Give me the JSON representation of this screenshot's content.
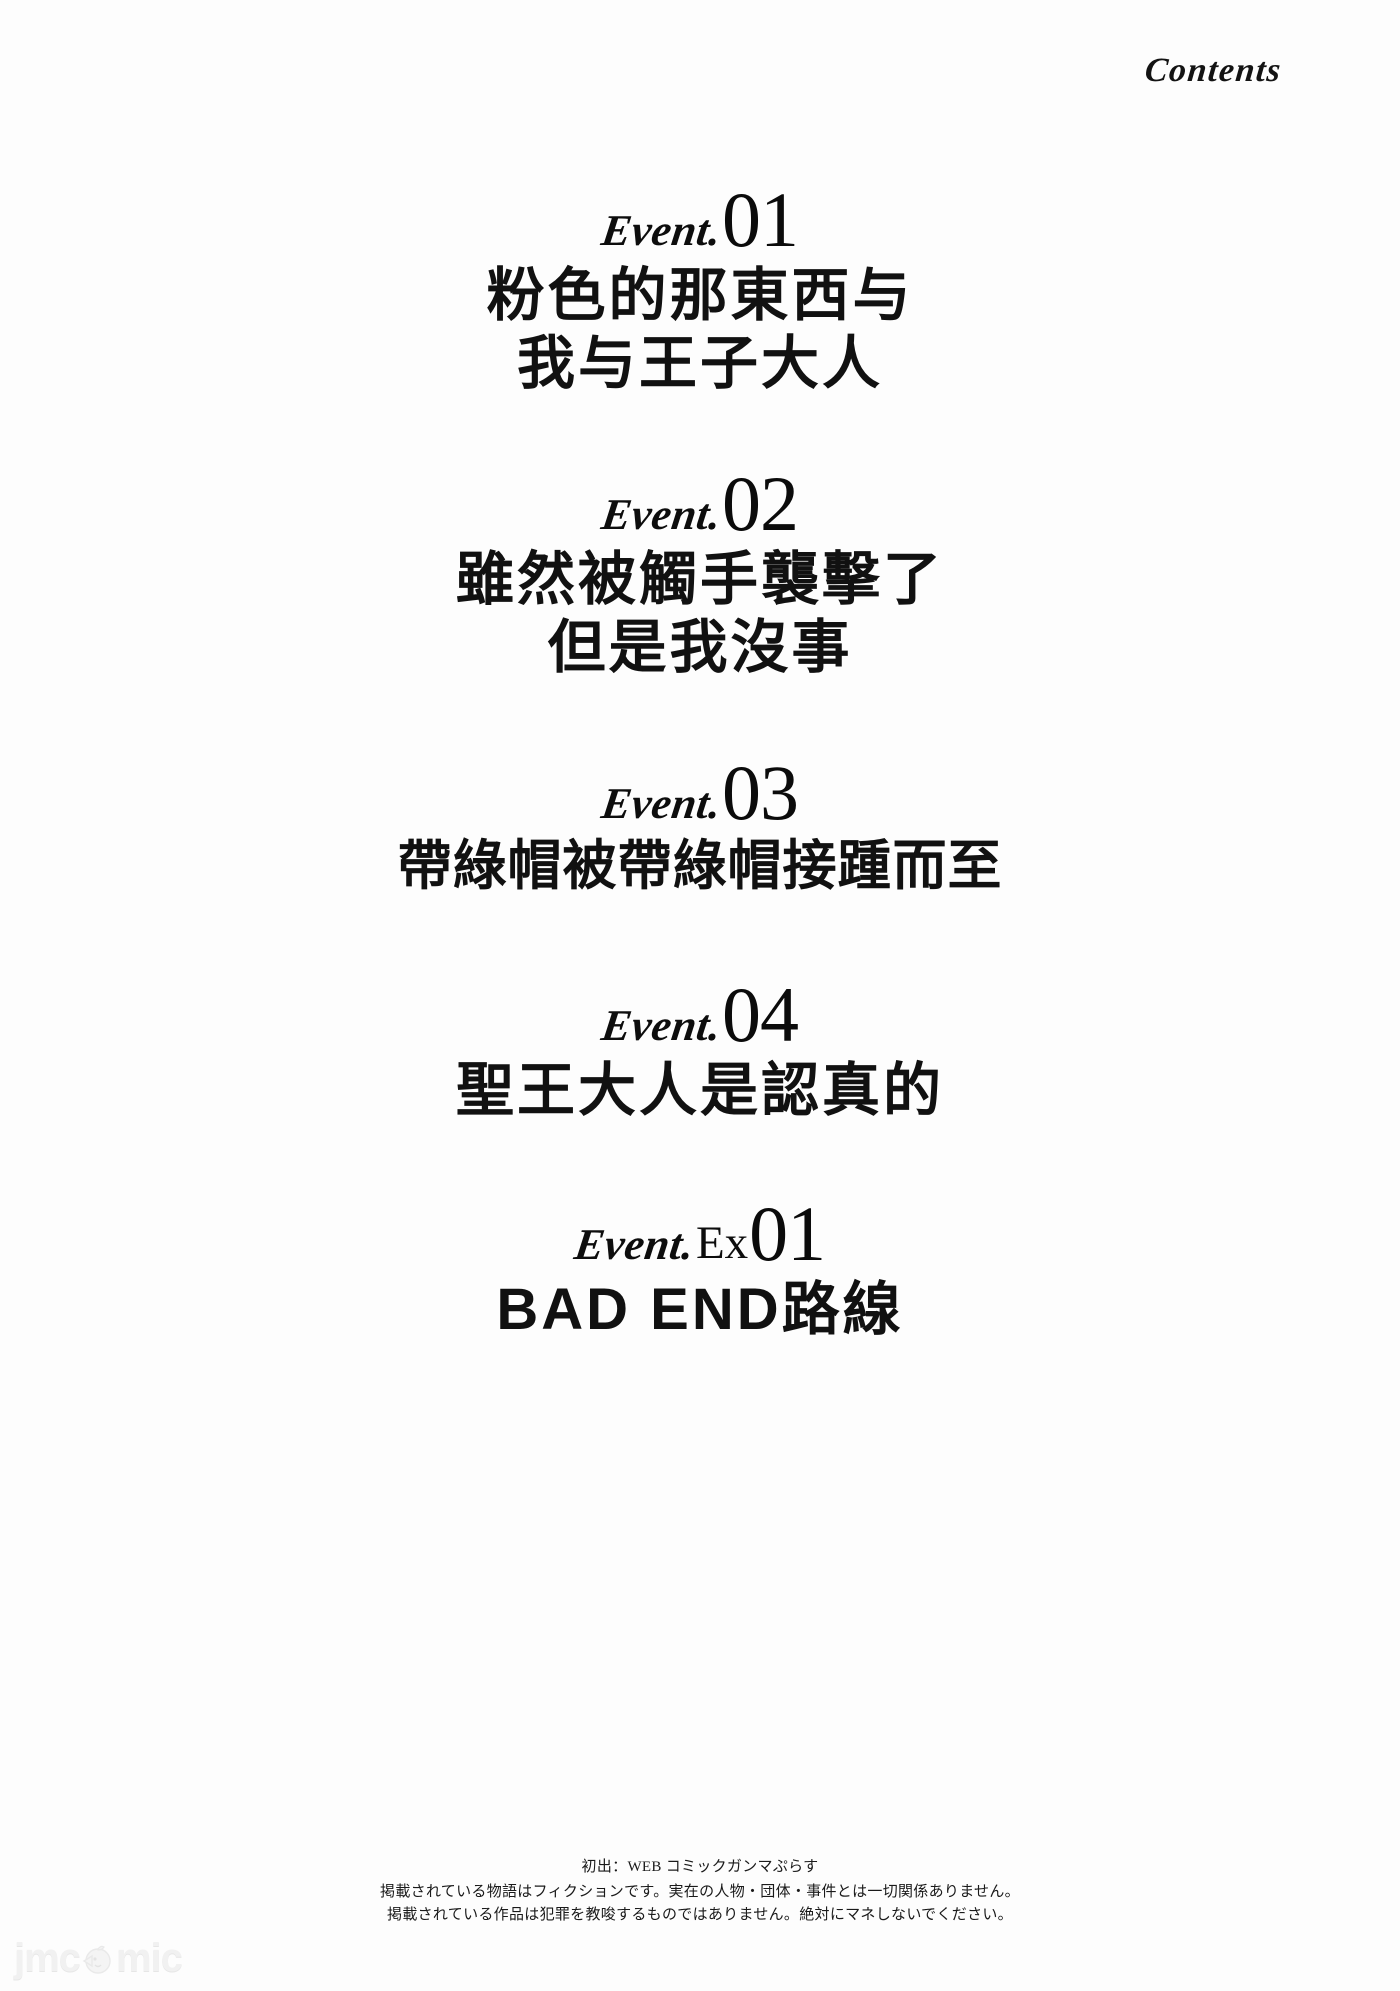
{
  "header": {
    "title": "Contents"
  },
  "toc": {
    "entries": [
      {
        "event_label": "Event.",
        "prefix": "",
        "number": "01",
        "title_lines": [
          "粉色的那東西与",
          "我与王子大人"
        ]
      },
      {
        "event_label": "Event.",
        "prefix": "",
        "number": "02",
        "title_lines": [
          "雖然被觸手襲擊了",
          "但是我沒事"
        ]
      },
      {
        "event_label": "Event.",
        "prefix": "",
        "number": "03",
        "title_lines": [
          "帶綠帽被帶綠帽接踵而至"
        ]
      },
      {
        "event_label": "Event.",
        "prefix": "",
        "number": "04",
        "title_lines": [
          "聖王大人是認真的"
        ]
      },
      {
        "event_label": "Event.",
        "prefix": "Ex",
        "number": "01",
        "title_lines": [
          "BAD END路線"
        ]
      }
    ]
  },
  "footer": {
    "source_line": "初出：WEB コミックガンマぷらす",
    "disclaimer_line_1": "掲載されている物語はフィクションです。実在の人物・団体・事件とは一切関係ありません。",
    "disclaimer_line_2": "掲載されている作品は犯罪を教唆するものではありません。絶対にマネしないでください。"
  },
  "watermark": {
    "text_left": "jmc",
    "text_right": "mic",
    "icon": "whale-icon"
  },
  "colors": {
    "page_background": "#fdfdfd",
    "text": "#111111",
    "watermark": "#f1f1f1"
  }
}
